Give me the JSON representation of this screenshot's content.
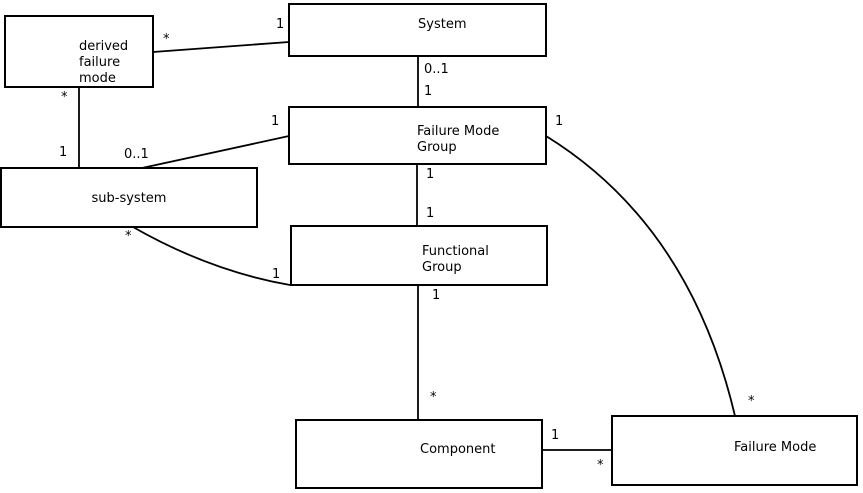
{
  "diagram": {
    "type": "uml-class-diagram",
    "colors": {
      "background": "#ffffff",
      "box_fill": "#ffffff",
      "line": "#000000",
      "text": "#000000"
    },
    "entities": {
      "derived_failure_mode": {
        "label": "derived\nfailure\nmode"
      },
      "system": {
        "label": "System"
      },
      "failure_mode_group": {
        "label": "Failure Mode\nGroup"
      },
      "sub_system": {
        "label": "sub-system"
      },
      "functional_group": {
        "label": "Functional\nGroup"
      },
      "component": {
        "label": "Component"
      },
      "failure_mode": {
        "label": "Failure Mode"
      }
    },
    "edges": [
      {
        "from": "derived failure mode",
        "to": "System",
        "from_label": "*",
        "to_label": "1"
      },
      {
        "from": "derived failure mode",
        "to": "sub-system",
        "from_label": "*",
        "to_label": "1"
      },
      {
        "from": "System",
        "to": "Failure Mode Group",
        "from_label": "0..1",
        "to_label": "1"
      },
      {
        "from": "Failure Mode Group",
        "to": "sub-system",
        "from_label": "1",
        "to_label": "0..1"
      },
      {
        "from": "Failure Mode Group",
        "to": "Functional Group",
        "from_label": "1",
        "to_label": "1"
      },
      {
        "from": "sub-system",
        "to": "Functional Group",
        "from_label": "*",
        "to_label": "1"
      },
      {
        "from": "Functional Group",
        "to": "Component",
        "from_label": "1",
        "to_label": "*"
      },
      {
        "from": "Component",
        "to": "Failure Mode",
        "from_label": "1",
        "to_label": "*"
      },
      {
        "from": "Failure Mode Group",
        "to": "Failure Mode",
        "from_label": "1",
        "to_label": "*"
      }
    ]
  }
}
